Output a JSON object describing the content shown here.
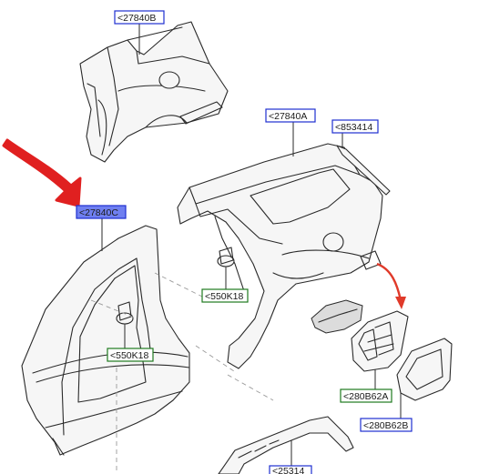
{
  "labels": {
    "rear_panel_upper": "<27840B",
    "rear_quarter_panel": "<27840A",
    "drip_molding": "<853414",
    "b_pillar_panel": "<27840C",
    "clip_right": "<550K18",
    "clip_left": "<550K18",
    "fuel_door_housing": "<280B62A",
    "fuel_door_bezel": "<280B62B",
    "rocker_panel": "<25314"
  },
  "colors": {
    "part_label_border": "#1f2fd0",
    "selected_label_fill": "#6f7ff0",
    "fastener_label_border": "#1e7a1e",
    "pointer_arrow": "#e02020",
    "fuel_door_arrow": "#e03a2a"
  },
  "icons": {
    "pointer": "red-hand-drawn-arrow-icon",
    "fuel_door_indicator": "red-curved-arrow-icon"
  }
}
